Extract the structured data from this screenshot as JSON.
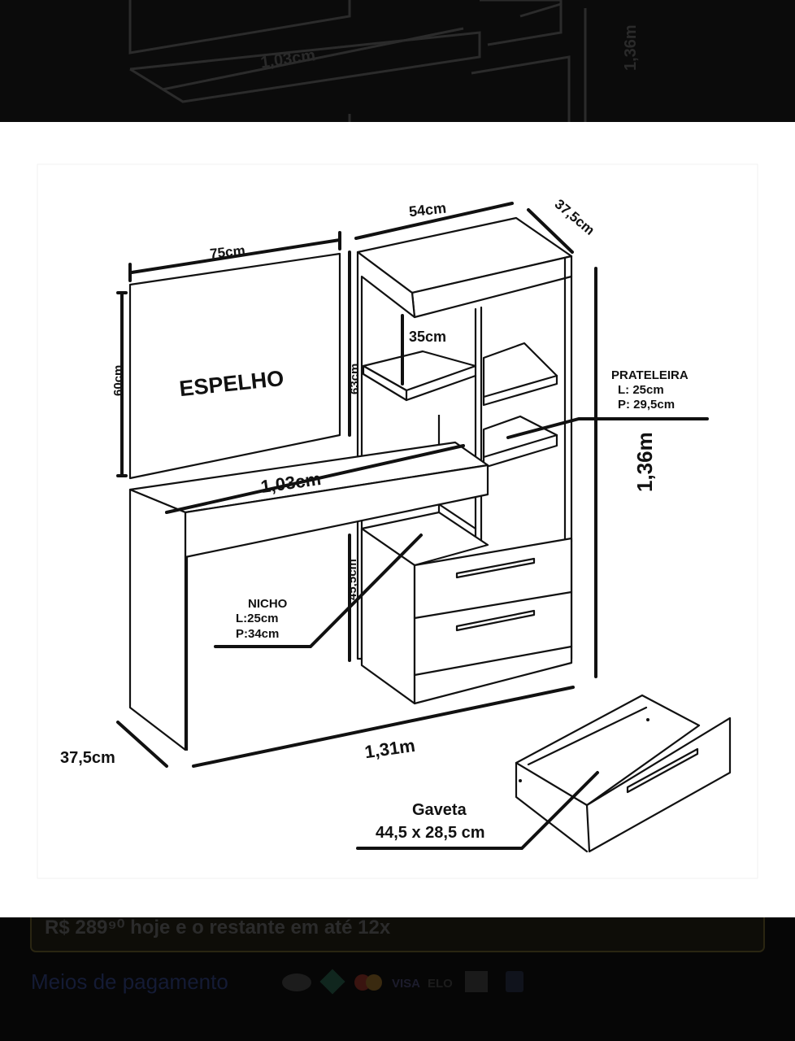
{
  "image_viewer": {
    "background_strip_top": {
      "label": "1,03cm",
      "side_label": "1,36m"
    },
    "background_strip_bottom": {
      "price_text": "R$ 289⁹⁰ hoje e o restante em até 12x",
      "payment_label": "Meios de pagamento",
      "payment_brands": [
        "VISA",
        "ELO"
      ]
    }
  },
  "diagram": {
    "mirror": {
      "label": "ESPELHO",
      "width": "75cm",
      "height": "60cm"
    },
    "desk": {
      "width": "1,03cm",
      "depth": "37,5cm",
      "total_width": "1,31m"
    },
    "tower": {
      "width": "54cm",
      "depth": "37,5cm",
      "height": "1,36m",
      "upper_height": "63cm",
      "shelf_gap": "35cm",
      "lower_height": "45,5cm"
    },
    "shelf": {
      "title": "PRATELEIRA",
      "width": "L: 25cm",
      "depth": "P: 29,5cm"
    },
    "niche": {
      "title": "NICHO",
      "width": "L:25cm",
      "depth": "P:34cm"
    },
    "drawer": {
      "title": "Gaveta",
      "size": "44,5 x 28,5 cm"
    }
  }
}
